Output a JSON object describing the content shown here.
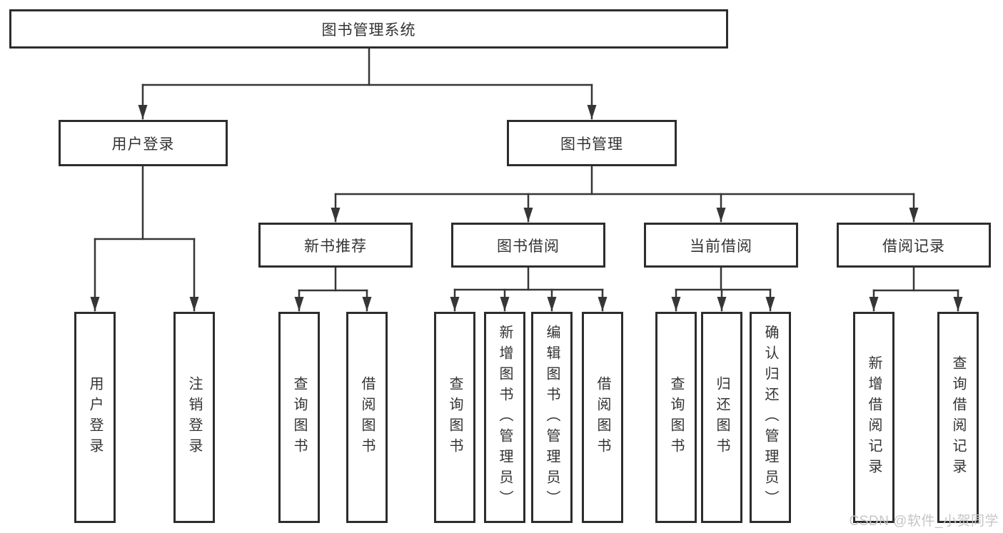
{
  "tree": {
    "root": {
      "label": "图书管理系统",
      "children": [
        {
          "label": "用户登录",
          "children": [
            {
              "label": "用户登录"
            },
            {
              "label": "注销登录"
            }
          ]
        },
        {
          "label": "图书管理",
          "children": [
            {
              "label": "新书推荐",
              "children": [
                {
                  "label": "查询图书"
                },
                {
                  "label": "借阅图书"
                }
              ]
            },
            {
              "label": "图书借阅",
              "children": [
                {
                  "label": "查询图书"
                },
                {
                  "label": "新增图书（管理员）"
                },
                {
                  "label": "编辑图书（管理员）"
                },
                {
                  "label": "借阅图书"
                }
              ]
            },
            {
              "label": "当前借阅",
              "children": [
                {
                  "label": "查询图书"
                },
                {
                  "label": "归还图书"
                },
                {
                  "label": "确认归还（管理员）"
                }
              ]
            },
            {
              "label": "借阅记录",
              "children": [
                {
                  "label": "新增借阅记录"
                },
                {
                  "label": "查询借阅记录"
                }
              ]
            }
          ]
        }
      ]
    }
  },
  "watermark": {
    "text": "CSDN @软件_小贺同学"
  },
  "colors": {
    "line": "#363636",
    "box_border": "#2d2d2d",
    "box_fill": "#ffffff",
    "text": "#333333",
    "watermark_text": "#c5c5c5",
    "background": "#ffffff"
  }
}
